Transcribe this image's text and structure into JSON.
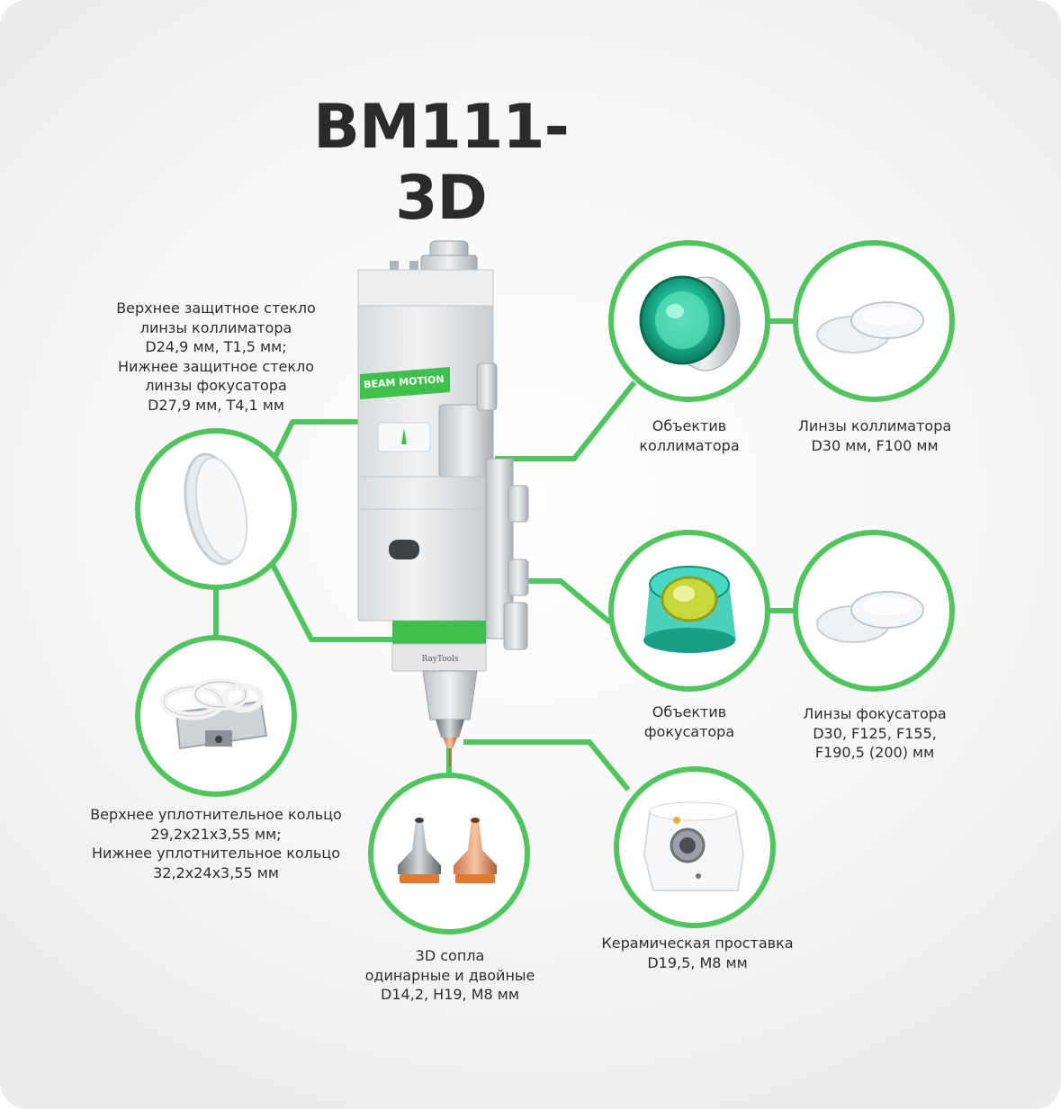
{
  "title": "BM111-3D",
  "product": {
    "brand_label": "BEAM MOTION",
    "maker_label": "RayTools"
  },
  "colors": {
    "accent": "#52c45f",
    "body": "#e2e4e6",
    "text": "#2e2e2e"
  },
  "callouts": {
    "protective_glass": [
      "Верхнее защитное стекло",
      "линзы коллиматора",
      "D24,9 мм, T1,5 мм;",
      "Нижнее защитное стекло",
      "линзы фокусатора",
      "D27,9 мм, T4,1 мм"
    ],
    "seal_ring": [
      "Верхнее уплотнительное кольцо",
      "29,2x21x3,55 мм;",
      "Нижнее уплотнительное кольцо",
      "32,2x24x3,55 мм"
    ],
    "nozzles": [
      "3D сопла",
      "одинарные и двойные",
      "D14,2, H19, M8 мм"
    ],
    "ceramic": [
      "Керамическая проставка",
      "D19,5, M8 мм"
    ],
    "collimator_lens_obj": [
      "Объектив",
      "коллиматора"
    ],
    "collimator_lenses": [
      "Линзы коллиматора",
      "D30 мм, F100 мм"
    ],
    "focus_lens_obj": [
      "Объектив",
      "фокусатора"
    ],
    "focus_lenses": [
      "Линзы фокусатора",
      "D30, F125, F155,",
      "F190,5 (200) мм"
    ]
  }
}
